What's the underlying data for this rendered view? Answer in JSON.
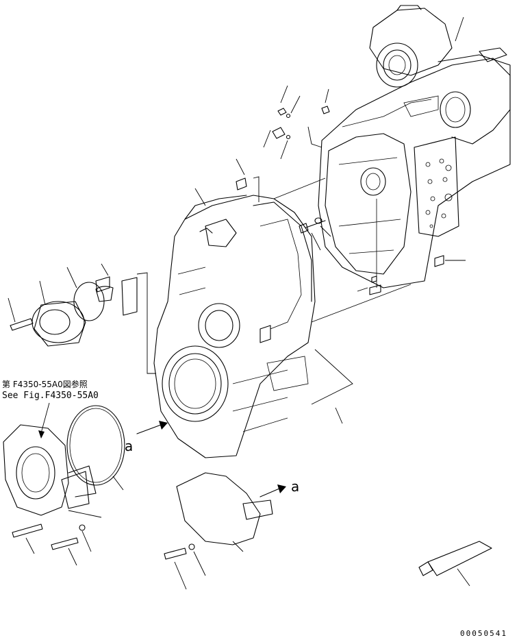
{
  "reference_note": {
    "line1": "第 F4350-55A0図参照",
    "line2": "See Fig.F4350-55A0"
  },
  "arrow_label_left": "a",
  "arrow_label_right": "a",
  "drawing_code": "00050541"
}
